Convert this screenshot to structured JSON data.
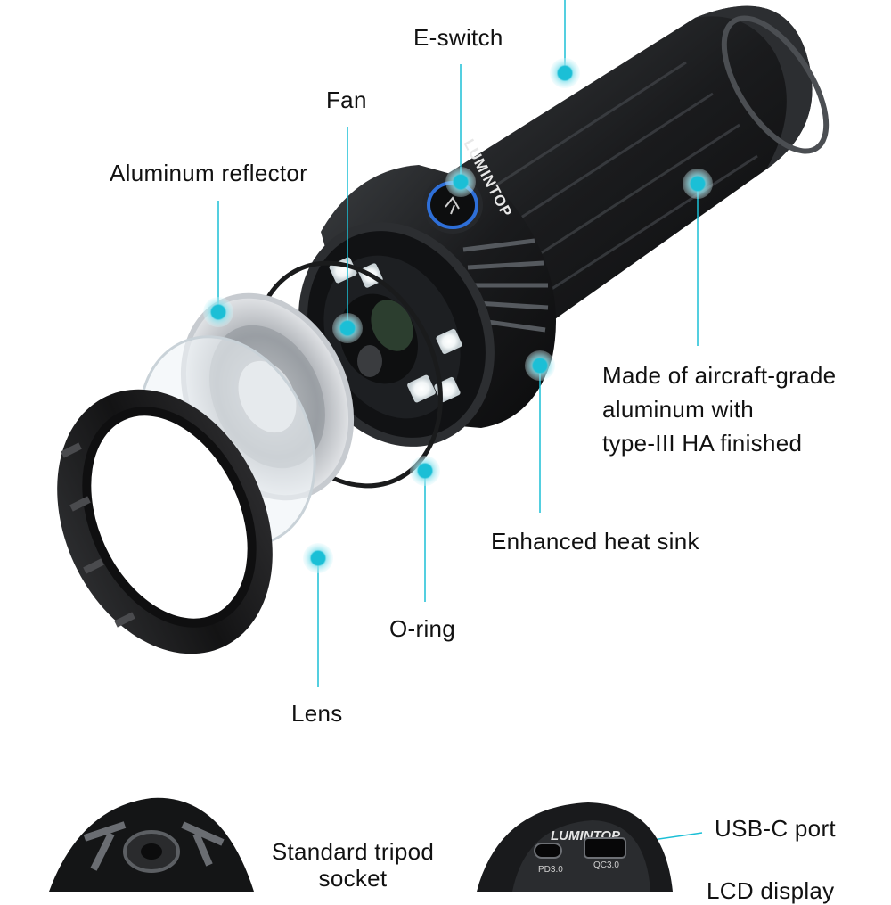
{
  "brand": "LUMINTOP",
  "accent_color": "#1bbfd6",
  "callouts": {
    "eswitch": "E-switch",
    "fan": "Fan",
    "reflector": "Aluminum reflector",
    "body_material": [
      "Made of aircraft-grade",
      "aluminum with",
      "type-III HA finished"
    ],
    "heat_sink": "Enhanced heat sink",
    "oring": "O-ring",
    "lens": "Lens",
    "tripod": [
      "Standard tripod",
      "socket"
    ],
    "usb": "USB-C port",
    "lcd": "LCD display"
  },
  "port_labels": {
    "pd": "PD3.0",
    "qc": "QC3.0"
  }
}
